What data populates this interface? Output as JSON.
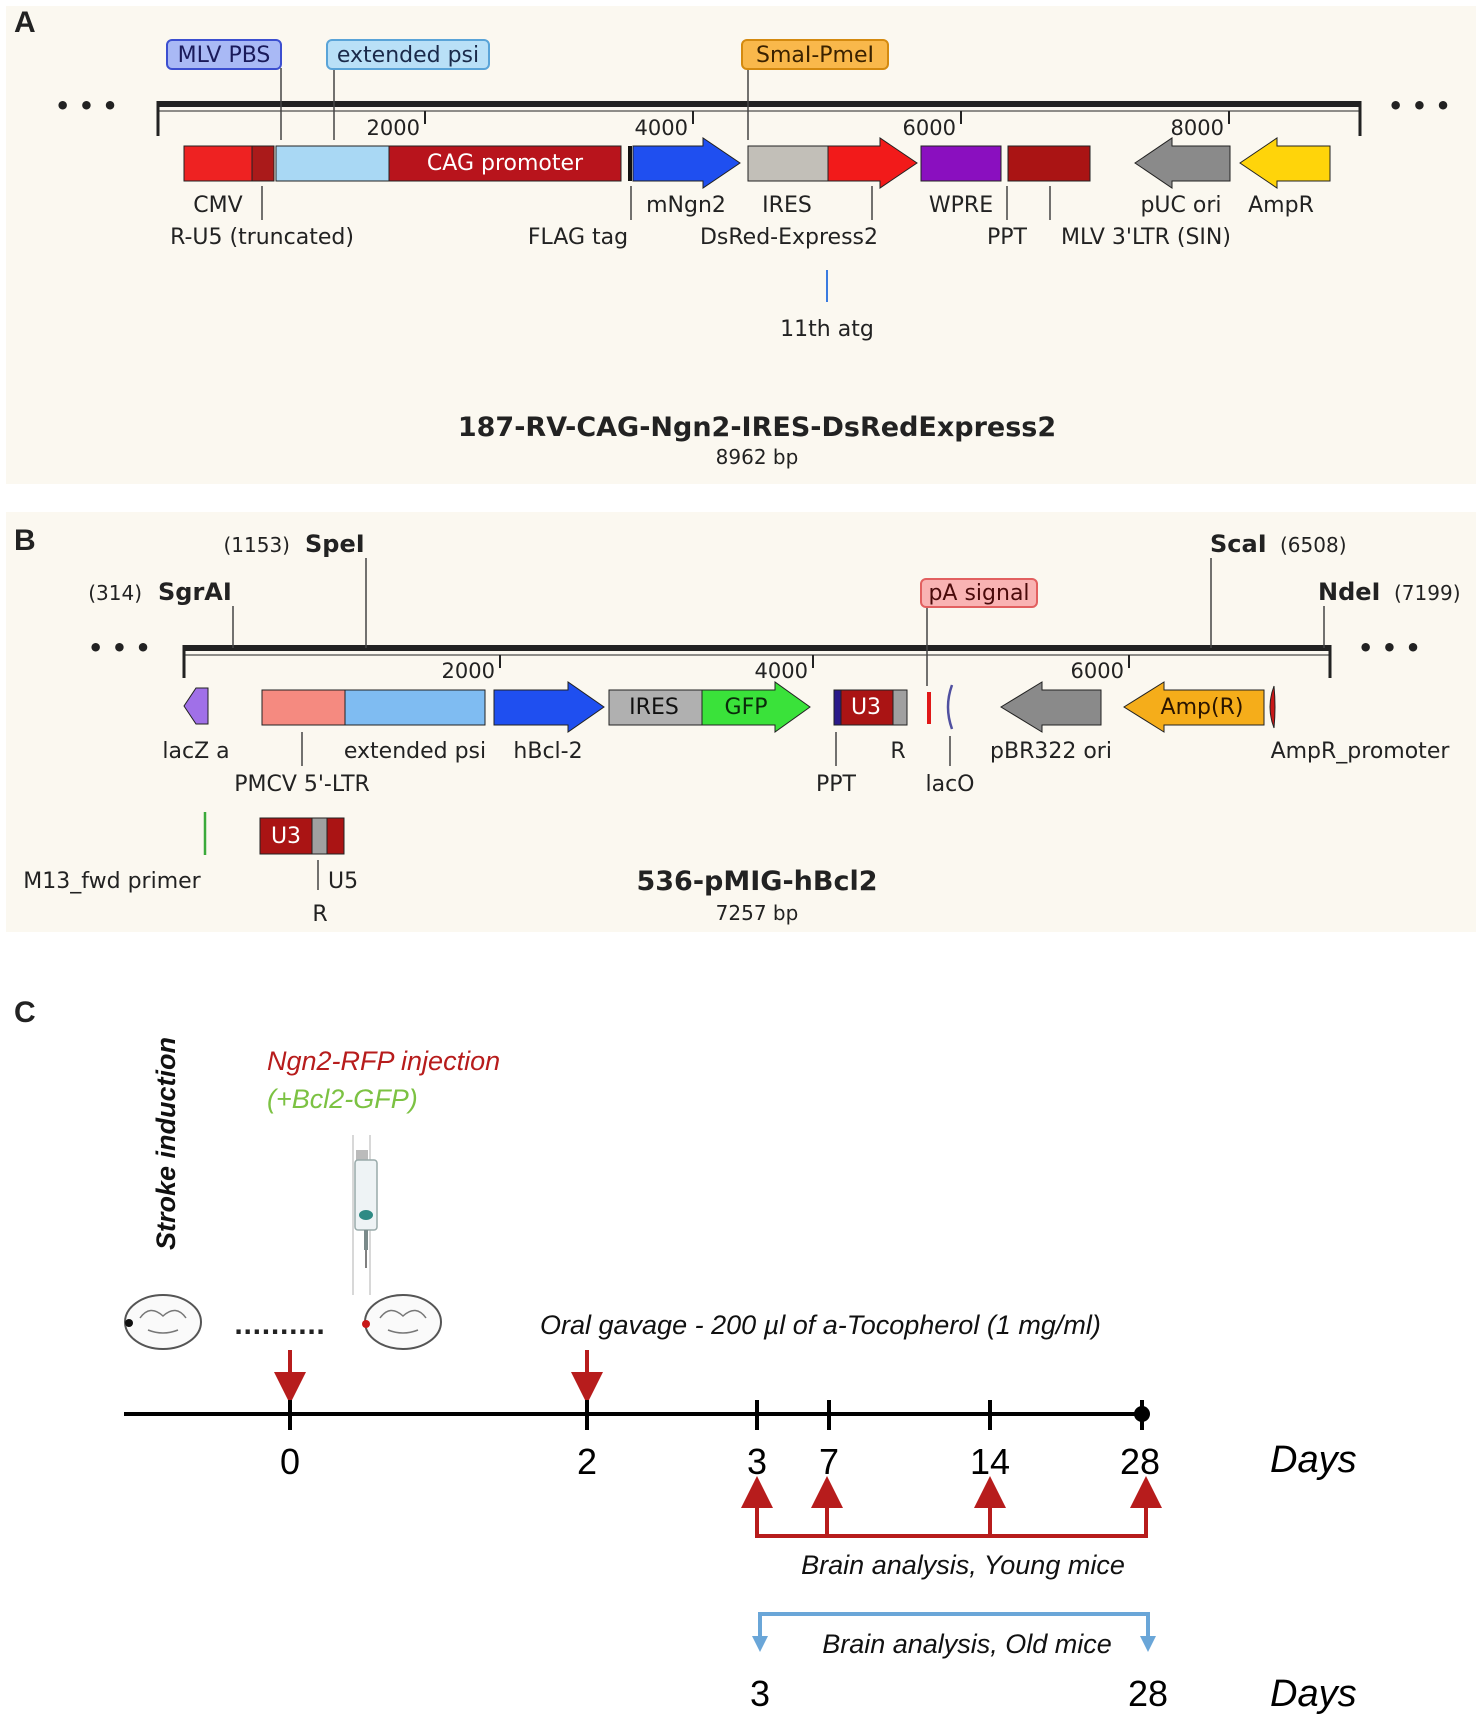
{
  "panelA": {
    "letter": "A",
    "title": "187-RV-CAG-Ngn2-IRES-DsRedExpress2",
    "size": "8962 bp",
    "ticks": [
      "2000",
      "4000",
      "6000",
      "8000"
    ],
    "top_labels": [
      "MLV PBS",
      "extended psi",
      "SmaI-PmeI"
    ],
    "feature_box_labels": [
      "CAG promoter"
    ],
    "bottom_labels": [
      "CMV",
      "R-U5 (truncated)",
      "FLAG tag",
      "mNgn2",
      "IRES",
      "DsRed-Express2",
      "11th atg",
      "WPRE",
      "PPT",
      "MLV 3'LTR (SIN)",
      "pUC ori",
      "AmpR"
    ],
    "ellipsis": "• • •"
  },
  "panelB": {
    "letter": "B",
    "title": "536-pMIG-hBcl2",
    "size": "7257 bp",
    "ticks": [
      "2000",
      "4000",
      "6000"
    ],
    "sites": [
      {
        "name": "SgrAI",
        "pos": "(314)"
      },
      {
        "name": "SpeI",
        "pos": "(1153)"
      },
      {
        "name": "ScaI",
        "pos": "(6508)"
      },
      {
        "name": "NdeI",
        "pos": "(7199)"
      }
    ],
    "top_labels": [
      "pA signal"
    ],
    "feature_box_labels": [
      "IRES",
      "GFP",
      "U3",
      "Amp(R)",
      "U3"
    ],
    "bottom_labels": [
      "lacZ a",
      "PMCV 5'-LTR",
      "extended psi",
      "hBcl-2",
      "PPT",
      "R",
      "lacO",
      "pBR322 ori",
      "AmpR_promoter",
      "M13_fwd primer",
      "U5",
      "R"
    ],
    "ellipsis": "• • •"
  },
  "panelC": {
    "letter": "C",
    "stroke_label": "Stroke induction",
    "injection_label": "Ngn2-RFP injection",
    "injection_sub": "(+Bcl2-GFP)",
    "gavage_label": "Oral gavage - 200 µl of a-Tocopherol (1 mg/ml)",
    "timeline_days": [
      "0",
      "2",
      "3",
      "7",
      "14",
      "28"
    ],
    "days_label": "Days",
    "young_label": "Brain analysis, Young mice",
    "old_label": "Brain analysis, Old mice",
    "old_days": [
      "3",
      "28"
    ],
    "colors": {
      "red": "#b71c1c",
      "green": "#7cc243",
      "blue": "#6aa6d8"
    }
  }
}
